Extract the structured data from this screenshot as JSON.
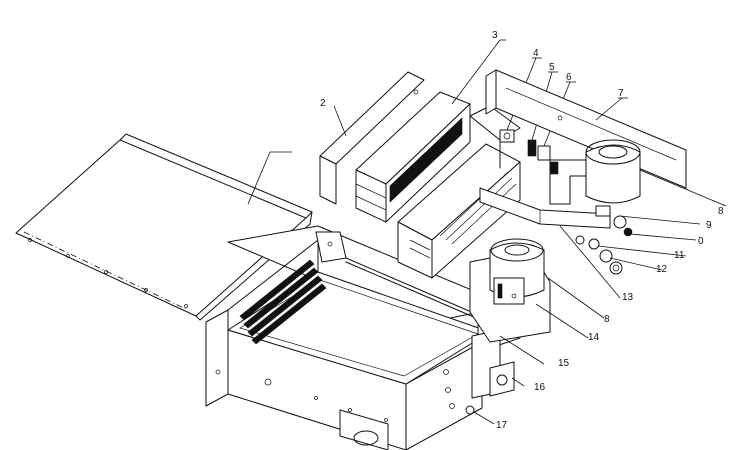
{
  "diagram": {
    "callouts": [
      {
        "id": "c2",
        "text": "2"
      },
      {
        "id": "c3",
        "text": "3"
      },
      {
        "id": "c4",
        "text": "4"
      },
      {
        "id": "c5",
        "text": "5"
      },
      {
        "id": "c6",
        "text": "6"
      },
      {
        "id": "c7",
        "text": "7"
      },
      {
        "id": "c8a",
        "text": "8"
      },
      {
        "id": "c9",
        "text": "9"
      },
      {
        "id": "c0",
        "text": "0"
      },
      {
        "id": "c11",
        "text": "11"
      },
      {
        "id": "c12",
        "text": "12"
      },
      {
        "id": "c13",
        "text": "13"
      },
      {
        "id": "c8b",
        "text": "8"
      },
      {
        "id": "c14",
        "text": "14"
      },
      {
        "id": "c15",
        "text": "15"
      },
      {
        "id": "c16",
        "text": "16"
      },
      {
        "id": "c17",
        "text": "17"
      }
    ],
    "stroke_color": "#111111",
    "background_color": "#ffffff"
  }
}
